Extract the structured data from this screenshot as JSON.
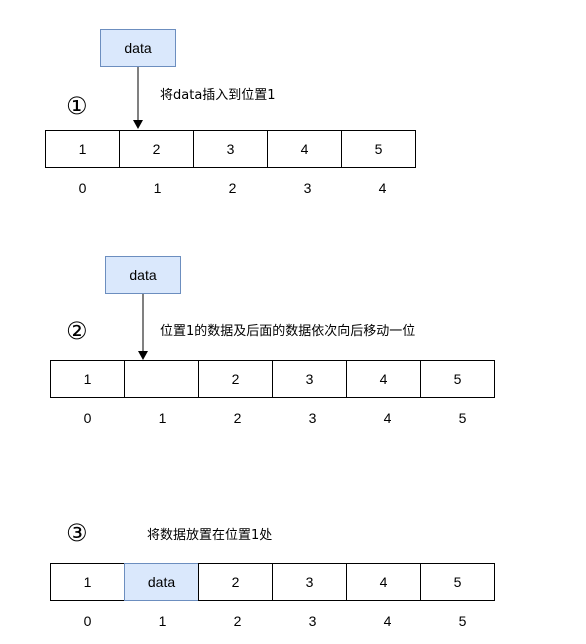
{
  "step1": {
    "number": "①",
    "data_label": "data",
    "caption": "将data插入到位置1",
    "cells": [
      "1",
      "2",
      "3",
      "4",
      "5"
    ],
    "indices": [
      "0",
      "1",
      "2",
      "3",
      "4"
    ]
  },
  "step2": {
    "number": "②",
    "data_label": "data",
    "caption": "位置1的数据及后面的数据依次向后移动一位",
    "cells": [
      "1",
      "",
      "2",
      "3",
      "4",
      "5"
    ],
    "indices": [
      "0",
      "1",
      "2",
      "3",
      "4",
      "5"
    ]
  },
  "step3": {
    "number": "③",
    "caption": "将数据放置在位置1处",
    "cells": [
      "1",
      "data",
      "2",
      "3",
      "4",
      "5"
    ],
    "highlight_index": 1,
    "indices": [
      "0",
      "1",
      "2",
      "3",
      "4",
      "5"
    ]
  },
  "colors": {
    "data_fill": "#dae8fc",
    "data_stroke": "#6c8ebf"
  }
}
